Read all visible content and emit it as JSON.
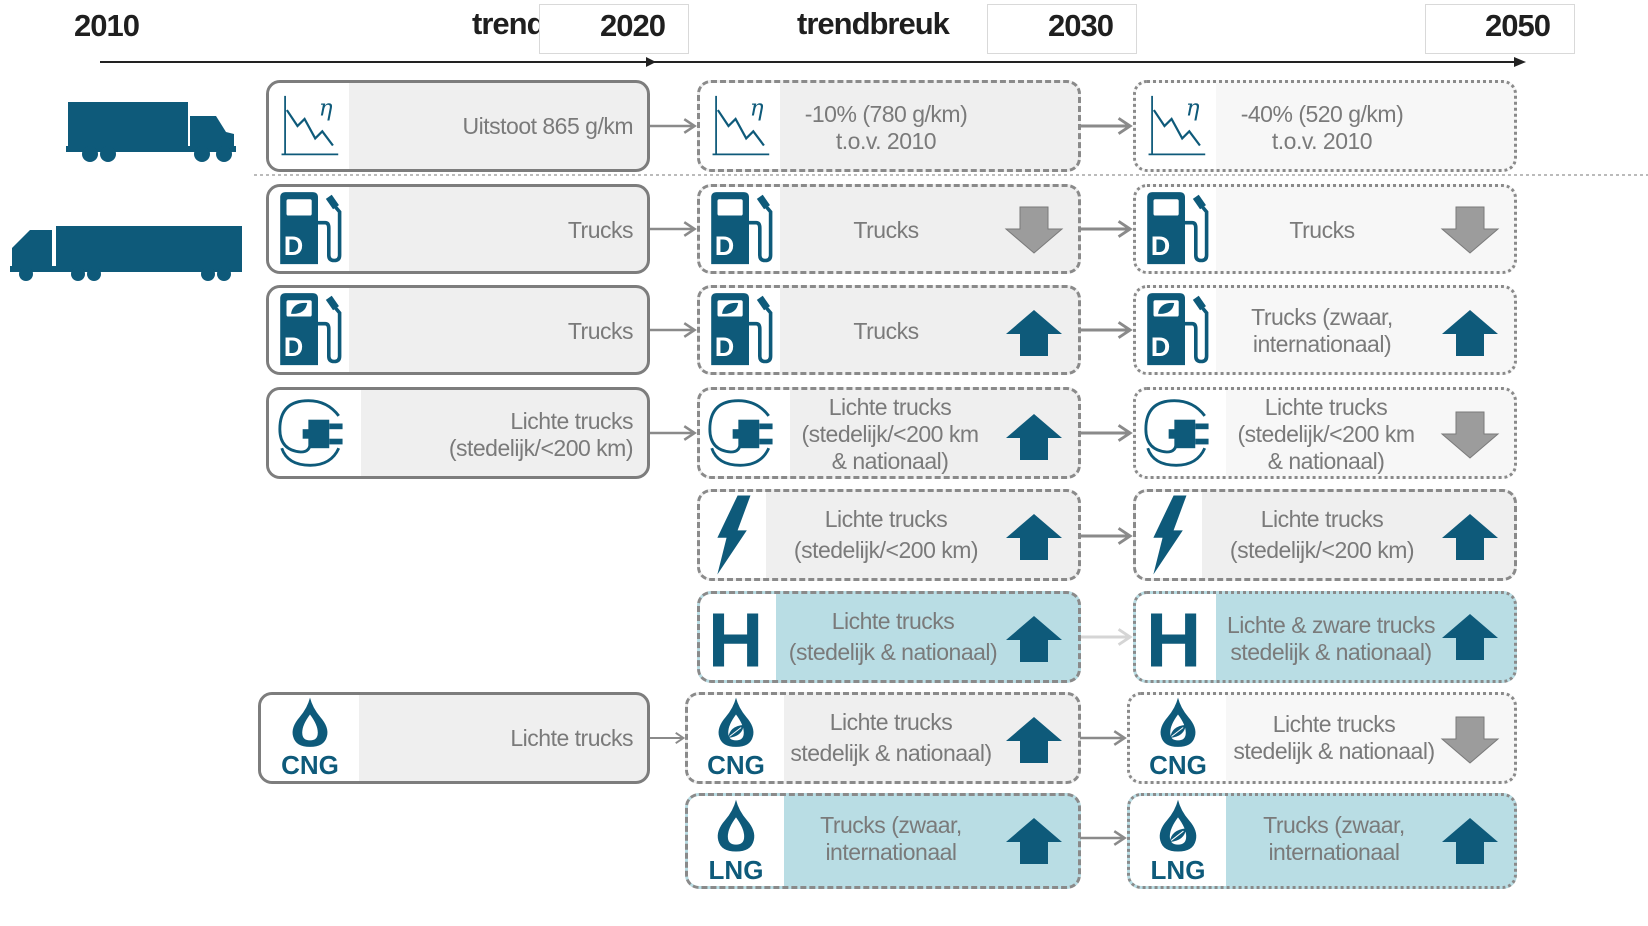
{
  "timeline": {
    "years": [
      "2010",
      "2020",
      "2030",
      "2050"
    ],
    "trend_label": "trend",
    "break_label": "trendbreuk"
  },
  "colors": {
    "icon_blue": "#0e5a7a",
    "arrow_gray": "#9a9a9a",
    "box_gray": "#efefef",
    "box_blue": "#b9dde4"
  },
  "rows": {
    "emission": {
      "y2010": "Uitstoot 865 g/km",
      "y2030": [
        "-10% (780 g/km)",
        "t.o.v. 2010"
      ],
      "y2050": [
        "-40% (520 g/km)",
        "t.o.v. 2010"
      ],
      "icon": "efficiency-chart-icon",
      "eta": "η"
    },
    "diesel": {
      "y2010": "Trucks",
      "y2030": "Trucks",
      "y2050": "Trucks",
      "icon": "diesel-pump-icon",
      "letter": "D",
      "trend_2030": "down",
      "trend_2050": "down"
    },
    "biodiesel": {
      "y2010": "Trucks",
      "y2030": "Trucks",
      "y2050": [
        "Trucks (zwaar,",
        "internationaal)"
      ],
      "icon": "biodiesel-pump-icon",
      "letter": "D",
      "trend_2030": "up",
      "trend_2050": "up"
    },
    "plugin": {
      "y2010": [
        "Lichte trucks",
        "(stedelijk/<200 km)"
      ],
      "y2030": [
        "Lichte trucks",
        "(stedelijk/<200 km",
        "& nationaal)"
      ],
      "y2050": [
        "Lichte trucks",
        "(stedelijk/<200 km",
        "& nationaal)"
      ],
      "icon": "electric-plug-icon",
      "trend_2030": "up",
      "trend_2050": "down"
    },
    "electric": {
      "y2030": [
        "Lichte trucks",
        "(stedelijk/<200 km)"
      ],
      "y2050": [
        "Lichte trucks",
        "(stedelijk/<200 km)"
      ],
      "icon": "lightning-icon",
      "trend_2030": "up",
      "trend_2050": "up"
    },
    "hydrogen": {
      "y2030": [
        "Lichte trucks",
        "(stedelijk & nationaal)"
      ],
      "y2050": [
        "Lichte & zware trucks",
        "stedelijk & nationaal)"
      ],
      "icon": "hydrogen-icon",
      "letter": "H",
      "trend_2030": "up",
      "trend_2050": "up"
    },
    "cng": {
      "y2010": "Lichte trucks",
      "y2030": [
        "Lichte trucks",
        "stedelijk & nationaal)"
      ],
      "y2050": [
        "Lichte trucks",
        "stedelijk & nationaal)"
      ],
      "icon": "cng-flame-icon",
      "letter": "CNG",
      "trend_2030": "up",
      "trend_2050": "down"
    },
    "lng": {
      "y2030": [
        "Trucks (zwaar,",
        "internationaal"
      ],
      "y2050": [
        "Trucks (zwaar,",
        "internationaal"
      ],
      "icon": "lng-flame-icon",
      "letter": "LNG",
      "trend_2030": "up",
      "trend_2050": "up"
    }
  }
}
